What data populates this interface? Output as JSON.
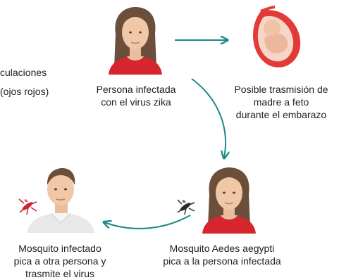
{
  "left_partial": {
    "line1": "culaciones",
    "line2": "(ojos rojos)"
  },
  "nodes": {
    "infected_person": {
      "line1": "Persona infectada",
      "line2": "con el virus zika"
    },
    "transmission": {
      "line1": "Posible trasmisión de",
      "line2": "madre a feto",
      "line3": "durante el embarazo"
    },
    "bite_person": {
      "line1": "Mosquito Aedes aegypti",
      "line2": "pica a la persona infectada"
    },
    "infected_mosquito": {
      "line1": "Mosquito infectado",
      "line2": "pica a otra persona y",
      "line3": "trasmite el virus"
    }
  },
  "colors": {
    "arrow": "#1a8a86",
    "red_shirt": "#d4262c",
    "fetus": "#e23b37",
    "mosquito_red": "#c8262c",
    "mosquito_dark": "#2a2a2a"
  },
  "icons": [
    "woman-face-icon",
    "fetus-womb-icon",
    "man-face-icon",
    "mosquito-icon"
  ]
}
